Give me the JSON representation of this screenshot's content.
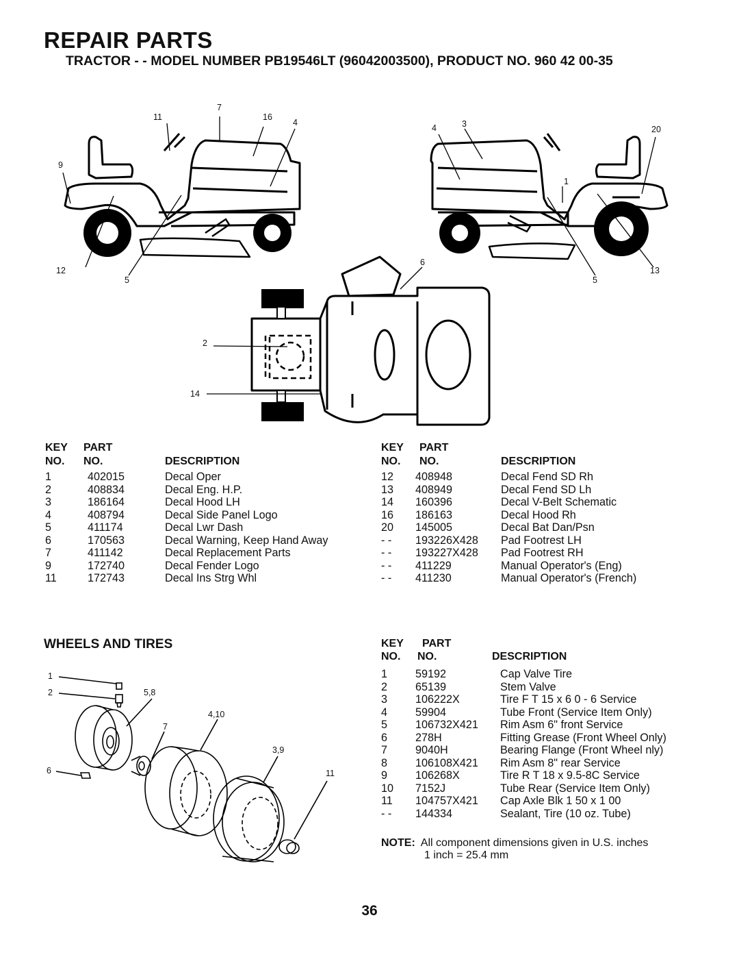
{
  "header": {
    "title": "REPAIR PARTS",
    "subtitle": "TRACTOR - - MODEL NUMBER PB19546LT (96042003500), PRODUCT NO. 960 42 00-35"
  },
  "decal_callouts": [
    "11",
    "7",
    "16",
    "4",
    "9",
    "12",
    "5",
    "4",
    "3",
    "20",
    "1",
    "6",
    "5",
    "13",
    "2",
    "14"
  ],
  "table_headers": {
    "key_line1": "KEY",
    "part_line1": "PART",
    "key_line2": "NO.",
    "part_line2": "NO.",
    "description": "DESCRIPTION"
  },
  "decals_left": [
    {
      "key": "1",
      "part": "402015",
      "desc": "Decal Oper"
    },
    {
      "key": "2",
      "part": "408834",
      "desc": "Decal Eng. H.P."
    },
    {
      "key": "3",
      "part": "186164",
      "desc": "Decal Hood LH"
    },
    {
      "key": "4",
      "part": "408794",
      "desc": "Decal Side Panel Logo"
    },
    {
      "key": "5",
      "part": "411174",
      "desc": "Decal Lwr Dash"
    },
    {
      "key": "6",
      "part": "170563",
      "desc": "Decal Warning, Keep Hand Away"
    },
    {
      "key": "7",
      "part": "411142",
      "desc": "Decal Replacement Parts"
    },
    {
      "key": "9",
      "part": "172740",
      "desc": "Decal Fender Logo"
    },
    {
      "key": "11",
      "part": "172743",
      "desc": "Decal Ins Strg Whl"
    }
  ],
  "decals_right": [
    {
      "key": "12",
      "part": "408948",
      "desc": "Decal Fend SD Rh"
    },
    {
      "key": "13",
      "part": "408949",
      "desc": "Decal Fend SD Lh"
    },
    {
      "key": "14",
      "part": "160396",
      "desc": "Decal V-Belt  Schematic"
    },
    {
      "key": "16",
      "part": "186163",
      "desc": "Decal Hood Rh"
    },
    {
      "key": "20",
      "part": "145005",
      "desc": "Decal Bat Dan/Psn"
    },
    {
      "key": "- -",
      "part": "193226X428",
      "desc": "Pad Footrest LH"
    },
    {
      "key": "- -",
      "part": "193227X428",
      "desc": "Pad Footrest RH"
    },
    {
      "key": "- -",
      "part": "411229",
      "desc": "Manual Operator's (Eng)"
    },
    {
      "key": "- -",
      "part": "411230",
      "desc": "Manual Operator's (French)"
    }
  ],
  "wheels_section": {
    "title": "WHEELS AND TIRES",
    "callouts": [
      "1",
      "2",
      "5,8",
      "4,10",
      "7",
      "3,9",
      "6",
      "11"
    ],
    "rows": [
      {
        "key": "1",
        "part": "59192",
        "desc": "Cap Valve Tire"
      },
      {
        "key": "2",
        "part": "65139",
        "desc": "Stem Valve"
      },
      {
        "key": "3",
        "part": "106222X",
        "desc": "Tire F T 15 x 6 0 - 6 Service"
      },
      {
        "key": "4",
        "part": "59904",
        "desc": "Tube Front (Service Item Only)"
      },
      {
        "key": "5",
        "part": "106732X421",
        "desc": "Rim Asm 6\" front Service"
      },
      {
        "key": "6",
        "part": "278H",
        "desc": "Fitting Grease (Front Wheel Only)"
      },
      {
        "key": "7",
        "part": "9040H",
        "desc": "Bearing Flange (Front Wheel nly)"
      },
      {
        "key": "8",
        "part": "106108X421",
        "desc": "Rim Asm 8\" rear Service"
      },
      {
        "key": "9",
        "part": "106268X",
        "desc": "Tire R T 18 x 9.5-8C Service"
      },
      {
        "key": "10",
        "part": "7152J",
        "desc": "Tube Rear (Service Item Only)"
      },
      {
        "key": "11",
        "part": "104757X421",
        "desc": "Cap Axle Blk 1 50 x 1 00"
      },
      {
        "key": "- -",
        "part": "144334",
        "desc": "Sealant, Tire (10 oz. Tube)"
      }
    ]
  },
  "note": {
    "label": "NOTE:",
    "line1": "All component dimensions given in U.S. inches",
    "line2": "1 inch = 25.4 mm"
  },
  "page_number": "36"
}
